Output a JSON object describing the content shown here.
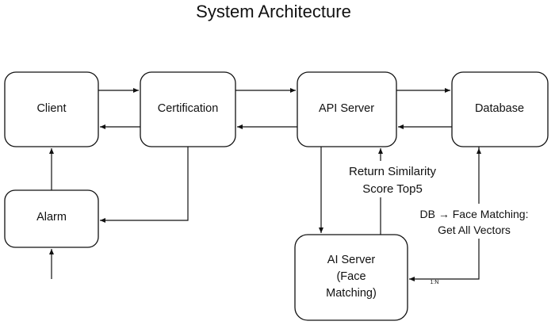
{
  "title": "System Architecture",
  "nodes": {
    "client": "Client",
    "certification": "Certification",
    "api_server": "API Server",
    "database": "Database",
    "alarm": "Alarm",
    "ai_server": [
      "AI Server",
      "(Face",
      "Matching)"
    ]
  },
  "labels": {
    "return_similarity": [
      "Return Similarity",
      "Score Top5"
    ],
    "db_face_matching": [
      "DB → Face Matching:",
      "Get All Vectors"
    ],
    "cardinality": "1:N"
  }
}
